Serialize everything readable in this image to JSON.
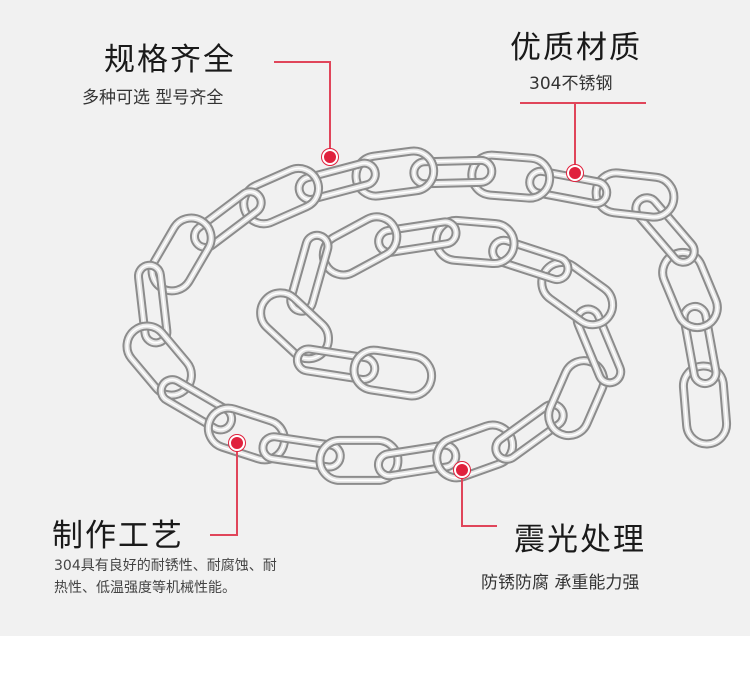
{
  "callouts": {
    "specs": {
      "title": "规格齐全",
      "subtitle": "多种可选 型号齐全"
    },
    "material": {
      "title": "优质材质",
      "subtitle": "304不锈钢"
    },
    "craft": {
      "title": "制作工艺",
      "line1": "304具有良好的耐锈性、耐腐蚀、耐",
      "line2": "热性、低温强度等机械性能。"
    },
    "finish": {
      "title": "震光处理",
      "subtitle": "防锈防腐 承重能力强"
    }
  },
  "colors": {
    "accent": "#e0213d",
    "line": "#e0455a",
    "background": "#f1f1f1"
  }
}
